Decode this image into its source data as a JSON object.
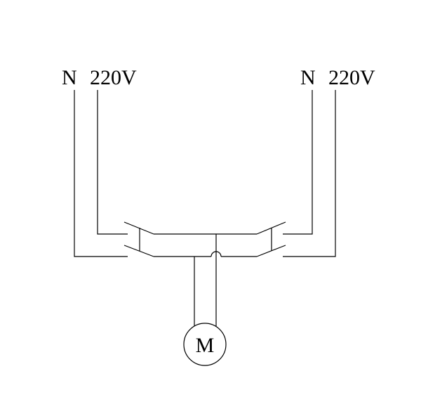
{
  "labels": {
    "left_neutral": "N",
    "left_voltage": "220V",
    "right_neutral": "N",
    "right_voltage": "220V",
    "motor": "M"
  }
}
